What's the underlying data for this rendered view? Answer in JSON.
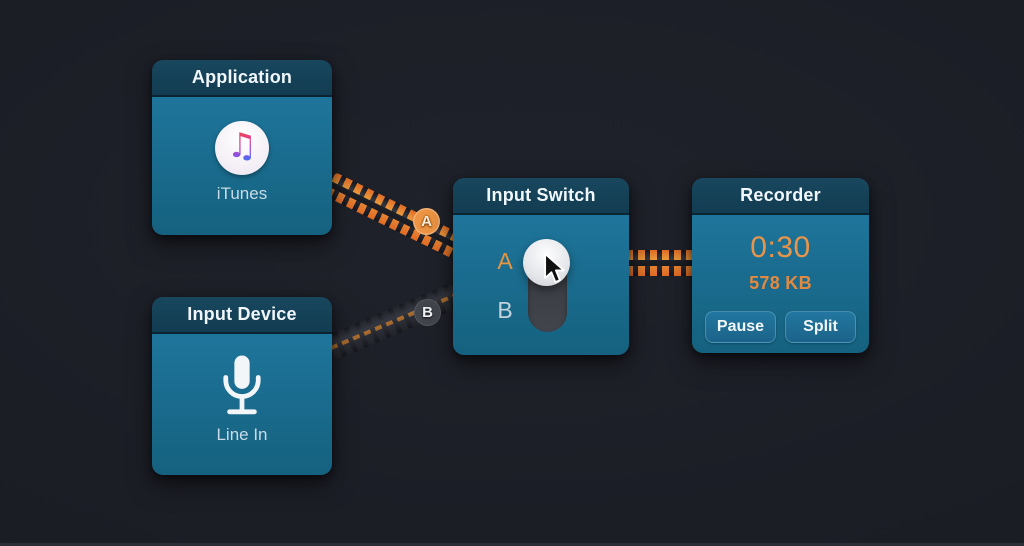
{
  "app": {
    "name": "audio-routing-canvas"
  },
  "nodes": [
    {
      "id": "application",
      "title": "Application",
      "label": "iTunes",
      "icon": "itunes-icon"
    },
    {
      "id": "input-device",
      "title": "Input Device",
      "label": "Line In",
      "icon": "microphone-icon"
    },
    {
      "id": "input-switch",
      "title": "Input Switch",
      "options": [
        {
          "label": "A",
          "selected": true
        },
        {
          "label": "B",
          "selected": false
        }
      ]
    },
    {
      "id": "recorder",
      "title": "Recorder",
      "time": "0:30",
      "file_size": "578 KB",
      "buttons": [
        {
          "label": "Pause"
        },
        {
          "label": "Split"
        }
      ]
    }
  ],
  "connections": [
    {
      "from": "application",
      "to": "input-switch",
      "badge": "A",
      "active": true
    },
    {
      "from": "input-device",
      "to": "input-switch",
      "badge": "B",
      "active": false
    },
    {
      "from": "input-switch",
      "to": "recorder",
      "badge": "",
      "active": true
    }
  ],
  "colors": {
    "background": "#1b1d25",
    "node_header": "#143f54",
    "node_body": "#1b6b90",
    "accent_orange": "#e88c35",
    "inactive_tie_gray": "#2e313a",
    "selected_option": "#e79440",
    "unselected_option": "#c3d2dc",
    "value_orange": "#e8954a",
    "text_light": "#f0f6fa"
  }
}
